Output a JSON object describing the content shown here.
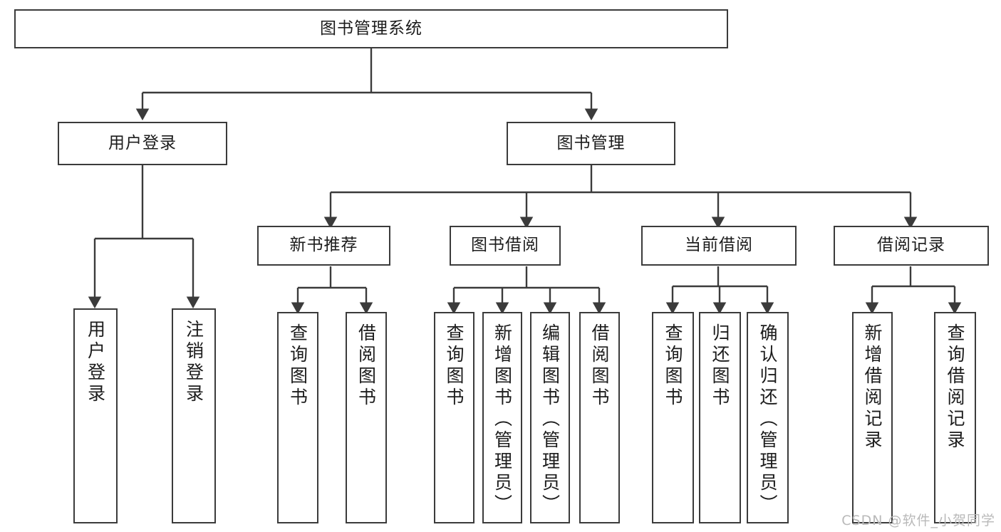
{
  "diagram": {
    "type": "tree-hierarchy-chart",
    "title": "图书管理系统",
    "background_color": "#ffffff",
    "box_border_color": "#3b3b3b",
    "text_color": "#1c1c1c",
    "connector_color": "#3b3b3b"
  },
  "nodes": {
    "root": {
      "label": "图书管理系统"
    },
    "level2": [
      {
        "label": "用户登录"
      },
      {
        "label": "图书管理"
      }
    ],
    "level3": [
      {
        "label": "新书推荐"
      },
      {
        "label": "图书借阅"
      },
      {
        "label": "当前借阅"
      },
      {
        "label": "借阅记录"
      }
    ],
    "leaves": {
      "user_login": [
        {
          "label": "用户登录"
        },
        {
          "label": "注销登录"
        }
      ],
      "new_book_recommend": [
        {
          "label": "查询图书"
        },
        {
          "label": "借阅图书"
        }
      ],
      "book_borrow": [
        {
          "label": "查询图书"
        },
        {
          "label": "新增图书（管理员）"
        },
        {
          "label": "编辑图书（管理员）"
        },
        {
          "label": "借阅图书"
        }
      ],
      "current_borrow": [
        {
          "label": "查询图书"
        },
        {
          "label": "归还图书"
        },
        {
          "label": "确认归还（管理员）"
        }
      ],
      "borrow_record": [
        {
          "label": "新增借阅记录"
        },
        {
          "label": "查询借阅记录"
        }
      ]
    }
  },
  "watermark": {
    "text": "CSDN @软件_小贺同学"
  }
}
